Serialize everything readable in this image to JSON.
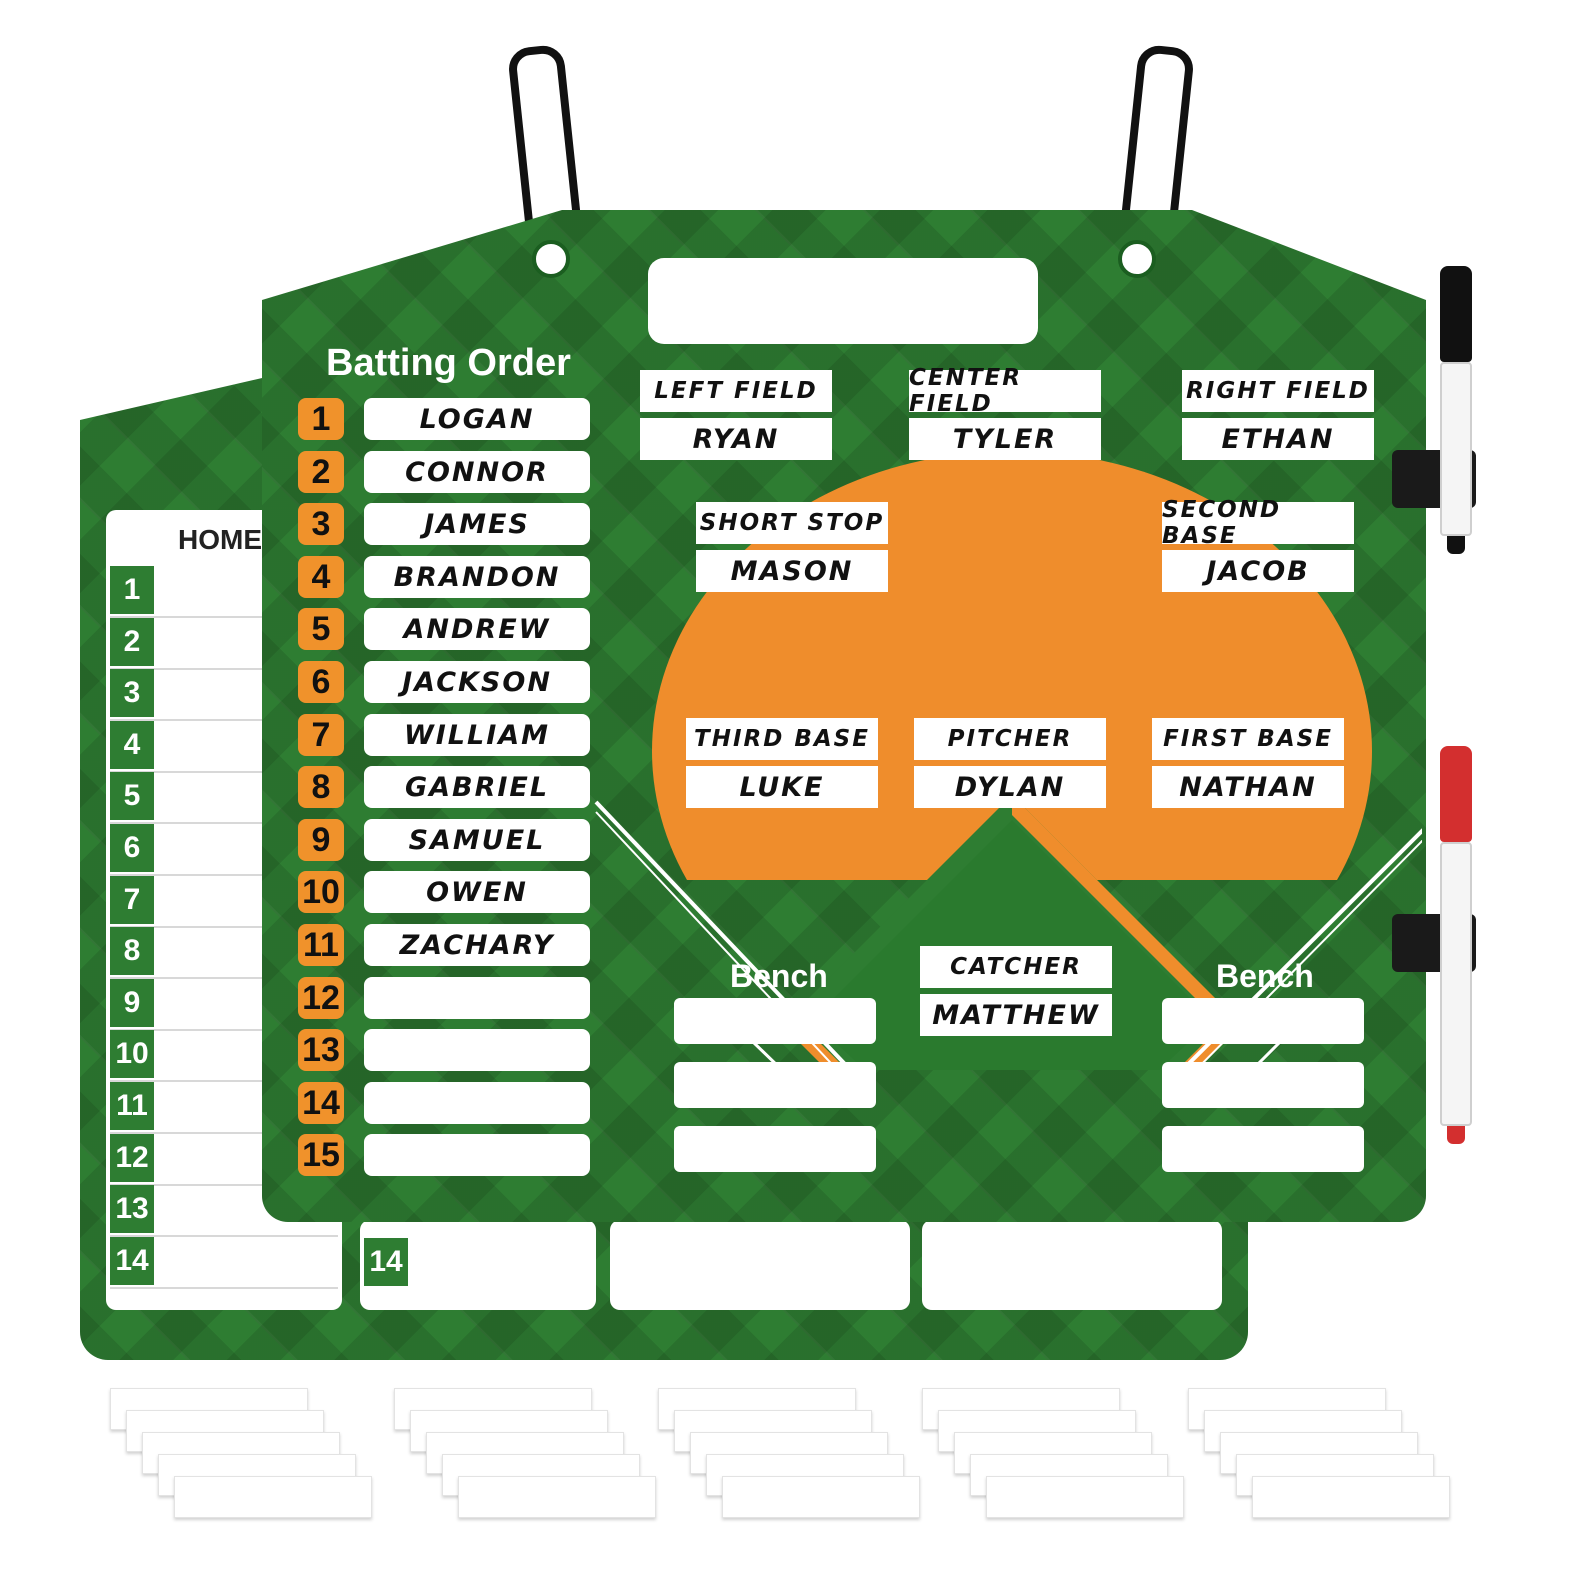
{
  "product": {
    "batting_title": "Batting Order",
    "back_board_title": "HOME",
    "back_rows": [
      "1",
      "2",
      "3",
      "4",
      "5",
      "6",
      "7",
      "8",
      "9",
      "10",
      "11",
      "12",
      "13",
      "14"
    ],
    "away_visible_number": "14"
  },
  "batting_order": [
    {
      "num": "1",
      "name": "LOGAN"
    },
    {
      "num": "2",
      "name": "CONNOR"
    },
    {
      "num": "3",
      "name": "JAMES"
    },
    {
      "num": "4",
      "name": "BRANDON"
    },
    {
      "num": "5",
      "name": "ANDREW"
    },
    {
      "num": "6",
      "name": "JACKSON"
    },
    {
      "num": "7",
      "name": "WILLIAM"
    },
    {
      "num": "8",
      "name": "GABRIEL"
    },
    {
      "num": "9",
      "name": "SAMUEL"
    },
    {
      "num": "10",
      "name": "OWEN"
    },
    {
      "num": "11",
      "name": "ZACHARY"
    },
    {
      "num": "12",
      "name": ""
    },
    {
      "num": "13",
      "name": ""
    },
    {
      "num": "14",
      "name": ""
    },
    {
      "num": "15",
      "name": ""
    }
  ],
  "positions": {
    "left_field": {
      "label": "LEFT FIELD",
      "name": "RYAN"
    },
    "center_field": {
      "label": "CENTER FIELD",
      "name": "TYLER"
    },
    "right_field": {
      "label": "RIGHT FIELD",
      "name": "ETHAN"
    },
    "short_stop": {
      "label": "SHORT STOP",
      "name": "MASON"
    },
    "second_base": {
      "label": "SECOND BASE",
      "name": "JACOB"
    },
    "third_base": {
      "label": "THIRD BASE",
      "name": "LUKE"
    },
    "pitcher": {
      "label": "PITCHER",
      "name": "DYLAN"
    },
    "first_base": {
      "label": "FIRST BASE",
      "name": "NATHAN"
    },
    "catcher": {
      "label": "CATCHER",
      "name": "MATTHEW"
    }
  },
  "bench": {
    "left_title": "Bench",
    "right_title": "Bench"
  },
  "colors": {
    "board_green": "#2e7d32",
    "infield_orange": "#ef8d2c",
    "number_orange": "#f0922b",
    "marker_black": "#111111",
    "marker_red": "#d32f2f"
  },
  "icons": [
    "hook-icon",
    "marker-icon"
  ]
}
